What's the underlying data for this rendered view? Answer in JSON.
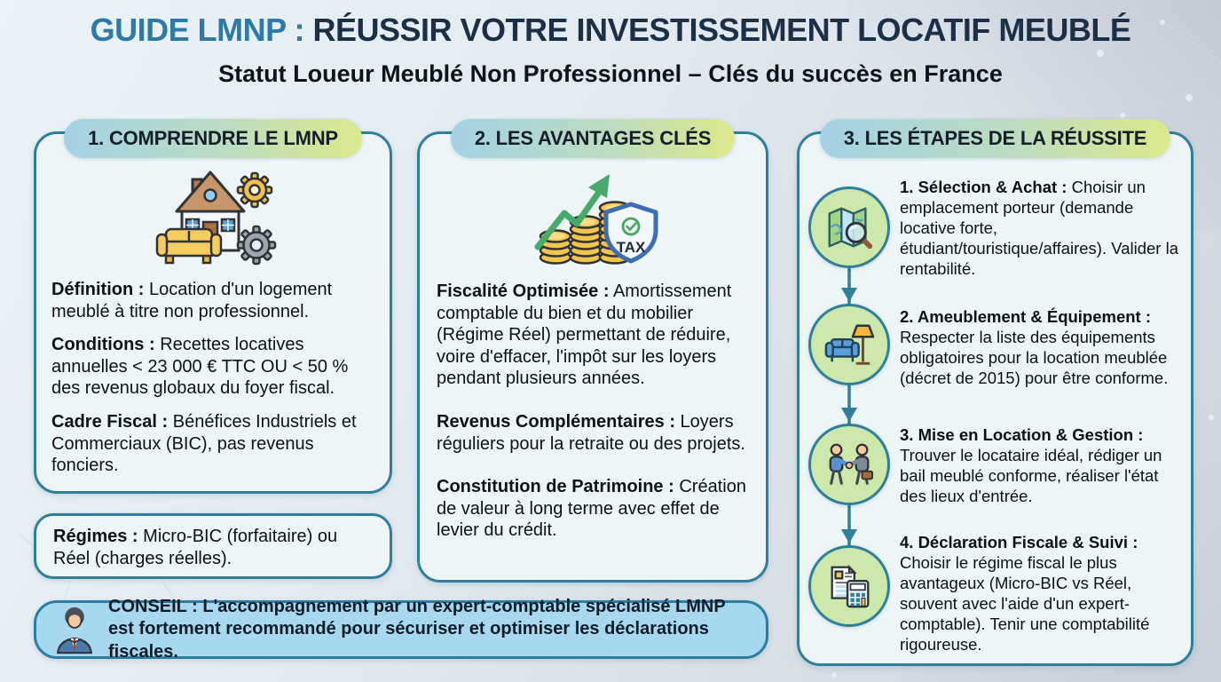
{
  "header": {
    "title_highlight": "GUIDE LMNP :",
    "title_rest": "RÉUSSIR VOTRE INVESTISSEMENT LOCATIF MEUBLÉ",
    "subtitle": "Statut Loueur Meublé Non Professionnel – Clés du succès en France"
  },
  "column1": {
    "header": "1. COMPRENDRE LE LMNP",
    "icon": "house-furniture-gears-icon",
    "paragraphs": [
      {
        "label": "Définition :",
        "text": "Location d'un logement meublé à titre non professionnel."
      },
      {
        "label": "Conditions :",
        "text": "Recettes locatives annuelles < 23 000 € TTC OU < 50 % des revenus globaux du foyer fiscal."
      },
      {
        "label": "Cadre Fiscal :",
        "text": "Bénéfices Industriels et Commerciaux (BIC), pas revenus fonciers."
      }
    ],
    "regimes_box": {
      "label": "Régimes :",
      "text": "Micro-BIC (forfaitaire) ou Réel (charges réelles)."
    }
  },
  "column2": {
    "header": "2. LES AVANTAGES CLÉS",
    "icon": "coins-growth-tax-shield-icon",
    "shield_label": "TAX",
    "paragraphs": [
      {
        "label": "Fiscalité Optimisée :",
        "text": "Amortissement comptable du bien et du mobilier (Régime Réel) permettant de réduire, voire d'effacer, l'impôt sur les loyers pendant plusieurs années."
      },
      {
        "label": "Revenus Complémentaires :",
        "text": "Loyers réguliers pour la retraite ou des projets."
      },
      {
        "label": "Constitution de Patrimoine :",
        "text": "Création de valeur à long terme avec effet de levier du crédit."
      }
    ]
  },
  "column3": {
    "header": "3. LES ÉTAPES DE LA RÉUSSITE",
    "steps": [
      {
        "icon": "map-magnifier-icon",
        "label": "1. Sélection & Achat :",
        "text": "Choisir un emplacement porteur (demande locative forte, étudiant/touristique/affaires). Valider la rentabilité."
      },
      {
        "icon": "sofa-lamp-icon",
        "label": "2. Ameublement & Équipement :",
        "text": "Respecter la liste des équipements obligatoires pour la location meublée (décret de 2015) pour être conforme."
      },
      {
        "icon": "handshake-icon",
        "label": "3. Mise en Location & Gestion :",
        "text": "Trouver le locataire idéal, rédiger un bail meublé conforme, réaliser l'état des lieux d'entrée."
      },
      {
        "icon": "tax-documents-calculator-icon",
        "label": "4. Déclaration Fiscale & Suivi :",
        "text": "Choisir le régime fiscal le plus avantageux (Micro-BIC vs Réel, souvent avec l'aide d'un expert-comptable). Tenir une comptabilité rigoureuse."
      }
    ]
  },
  "advice": {
    "icon": "accountant-icon",
    "label": "CONSEIL :",
    "text": "L'accompagnement par un expert-comptable spécialisé LMNP est fortement recommandé pour sécuriser et optimiser les déclarations fiscales."
  },
  "colors": {
    "title_highlight": "#2d79a8",
    "title_main": "#1b2f45",
    "panel_border": "#2e7e9c",
    "panel_bg": "#edf5f7",
    "pill_gradient_start": "#a3d2e5",
    "pill_gradient_end": "#dce98b",
    "advice_bg": "#a6d8ef",
    "step_circle_bg": "#cde8ab",
    "connector_arrow": "#2e7e9c"
  }
}
